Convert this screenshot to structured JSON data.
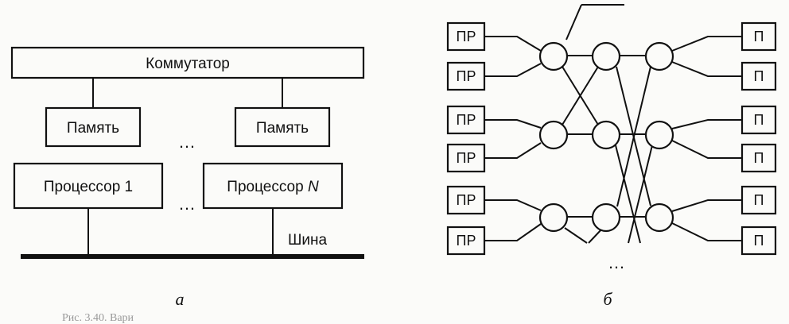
{
  "figure_a": {
    "caption": "а",
    "switch_label": "Коммутатор",
    "memory_label": "Память",
    "processor_1_label": "Процессор 1",
    "processor_n_prefix": "Процессор ",
    "processor_n_suffix": "N",
    "bus_label": "Шина",
    "ellipsis": "…"
  },
  "figure_b": {
    "caption": "б",
    "processor_label": "ПР",
    "memory_label": "П",
    "ellipsis": "…"
  },
  "footer": {
    "figure_ref": "Рис. 3.40. Вари"
  }
}
